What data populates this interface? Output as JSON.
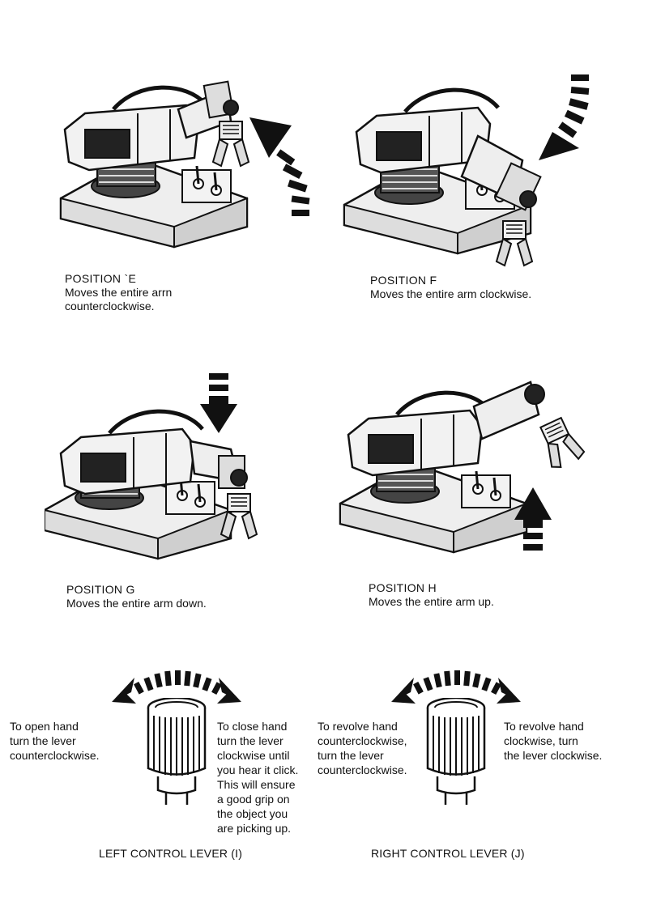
{
  "positions": {
    "e": {
      "title": "POSITION `E",
      "desc": [
        "Moves the entire arrn",
        "counterclockwise."
      ]
    },
    "f": {
      "title": "POSITION  F",
      "desc": [
        "Moves the entire arm clockwise."
      ]
    },
    "g": {
      "title": "POSITION  G",
      "desc": [
        "Moves the entire arm down."
      ]
    },
    "h": {
      "title": "POSITION  H",
      "desc": [
        "Moves the entire arm up."
      ]
    }
  },
  "levers": {
    "left": {
      "label": "LEFT CONTROL LEVER (I)",
      "open_note": [
        "To open hand",
        "turn the lever",
        "counterclockwise."
      ],
      "close_note": [
        "To close hand",
        "turn the lever",
        "clockwise until",
        "you hear it click.",
        "This will ensure",
        "a good grip on",
        "the object you",
        "are picking up."
      ]
    },
    "right": {
      "label": "RIGHT CONTROL LEVER (J)",
      "ccw_note": [
        "To revolve hand",
        "counterclockwise,",
        "turn the lever",
        "counterclockwise."
      ],
      "cw_note": [
        "To revolve hand",
        "clockwise, turn",
        "the lever clockwise."
      ]
    }
  }
}
